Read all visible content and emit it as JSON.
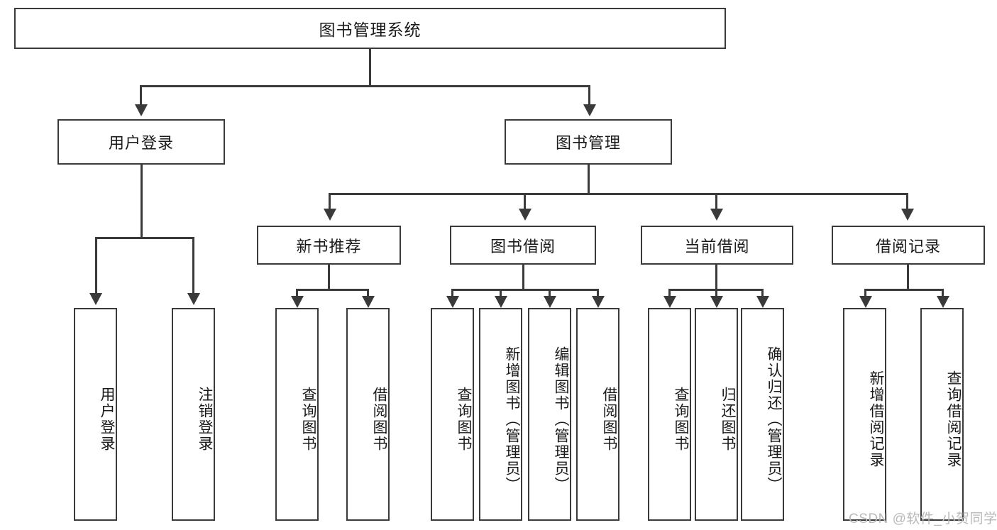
{
  "diagram": {
    "type": "tree-hierarchy-chart",
    "title": "图书管理系统",
    "watermark": "CSDN @软件_小贺同学",
    "colors": {
      "stroke": "#3a3a3a",
      "fill": "#ffffff",
      "text": "#1a1a1a",
      "watermark": "#b9b9b9"
    },
    "nodes": {
      "root": {
        "label": "图书管理系统"
      },
      "level2": [
        {
          "id": "user-login",
          "label": "用户登录"
        },
        {
          "id": "book-manage",
          "label": "图书管理"
        }
      ],
      "level3": [
        {
          "id": "new-book-recommend",
          "label": "新书推荐"
        },
        {
          "id": "book-borrow",
          "label": "图书借阅"
        },
        {
          "id": "current-borrow",
          "label": "当前借阅"
        },
        {
          "id": "borrow-record",
          "label": "借阅记录"
        }
      ],
      "leaves": {
        "user-login": [
          {
            "id": "leaf-user-login",
            "label": "用户登录"
          },
          {
            "id": "leaf-user-logout",
            "label": "注销登录"
          }
        ],
        "new-book-recommend": [
          {
            "id": "leaf-query-book-1",
            "label": "查询图书"
          },
          {
            "id": "leaf-borrow-book-1",
            "label": "借阅图书"
          }
        ],
        "book-borrow": [
          {
            "id": "leaf-query-book-2",
            "label": "查询图书"
          },
          {
            "id": "leaf-add-book",
            "label": "新增图书（管理员）"
          },
          {
            "id": "leaf-edit-book",
            "label": "编辑图书（管理员）"
          },
          {
            "id": "leaf-borrow-book-2",
            "label": "借阅图书"
          }
        ],
        "current-borrow": [
          {
            "id": "leaf-query-book-3",
            "label": "查询图书"
          },
          {
            "id": "leaf-return-book",
            "label": "归还图书"
          },
          {
            "id": "leaf-confirm-return",
            "label": "确认归还（管理员）"
          }
        ],
        "borrow-record": [
          {
            "id": "leaf-add-record",
            "label": "新增借阅记录"
          },
          {
            "id": "leaf-query-record",
            "label": "查询借阅记录"
          }
        ]
      }
    }
  }
}
